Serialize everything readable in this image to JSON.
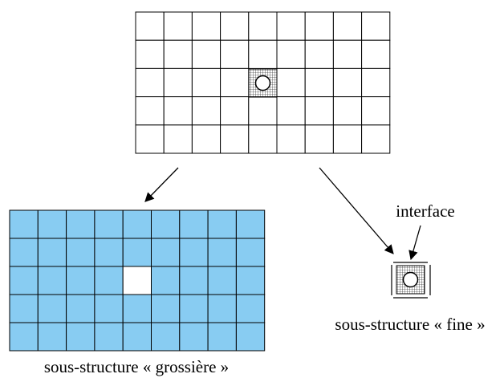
{
  "labels": {
    "interface": "interface",
    "coarse": "sous-structure « grossière »",
    "fine": "sous-structure « fine »"
  },
  "colors": {
    "fill": "#88ccf2",
    "stroke": "#000000",
    "hole": "#ffffff"
  },
  "grids": {
    "top": {
      "cols": 9,
      "rows": 5,
      "fine_cell": [
        4,
        2
      ]
    },
    "coarse": {
      "cols": 9,
      "rows": 5,
      "hole_cell": [
        4,
        2
      ]
    }
  }
}
